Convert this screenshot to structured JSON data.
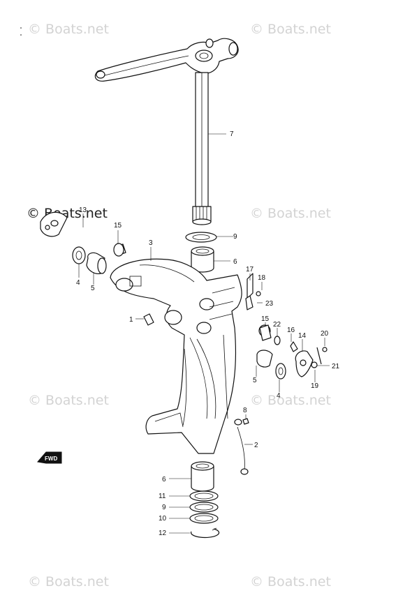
{
  "watermarks": [
    "© Boats.net",
    "© Boats.net",
    "© Boats.net",
    "© Boats.net",
    "© Boats.net",
    "© Boats.net",
    "© Boats.net",
    "© Boats.net"
  ],
  "dark_watermark": "© Boats.net",
  "callouts": {
    "c1": "1",
    "c2": "2",
    "c3": "3",
    "c4a": "4",
    "c4b": "4",
    "c5a": "5",
    "c5b": "5",
    "c6a": "6",
    "c6b": "6",
    "c7": "7",
    "c8": "8",
    "c9a": "9",
    "c9b": "9",
    "c10": "10",
    "c11": "11",
    "c12": "12",
    "c13": "13",
    "c14": "14",
    "c15a": "15",
    "c15b": "15",
    "c16": "16",
    "c17": "17",
    "c18": "18",
    "c19": "19",
    "c20": "20",
    "c21": "21",
    "c22": "22",
    "c23": "23"
  },
  "fwd_label": "FWD"
}
